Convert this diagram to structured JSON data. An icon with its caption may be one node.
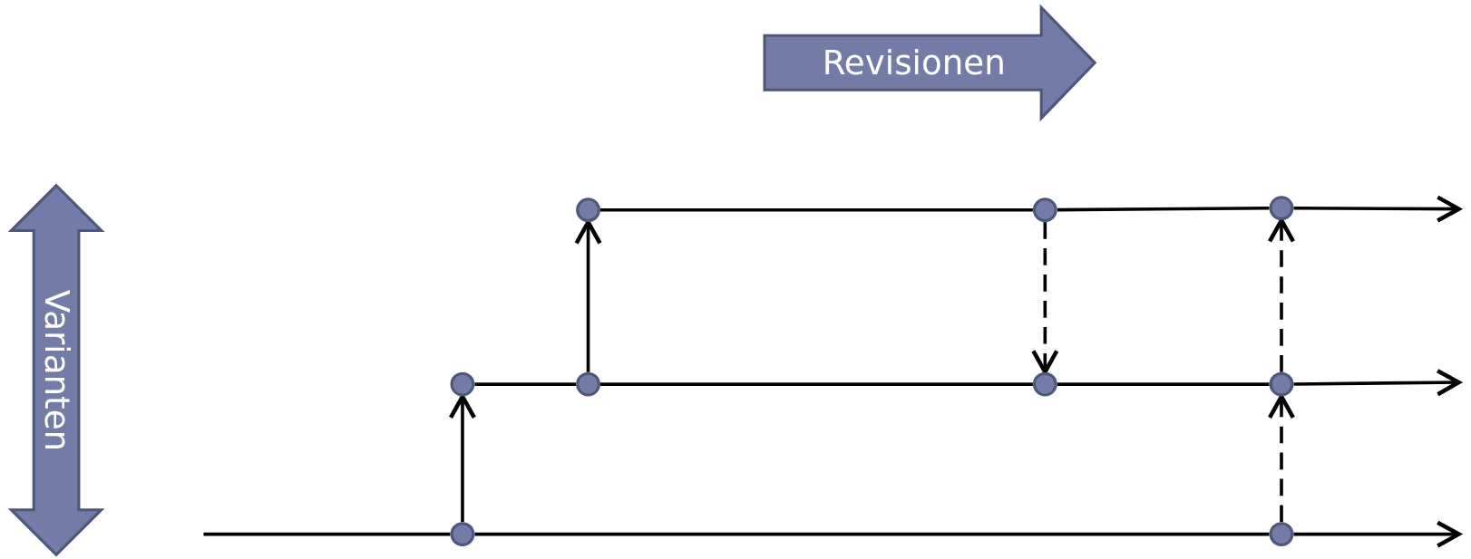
{
  "diagram": {
    "nodes": [
      {
        "text": [
          "Revisionen"
        ]
      },
      {
        "text": [
          "Varianten"
        ]
      },
      {
        "text": [],
        "shape": "circle"
      },
      {
        "text": [],
        "shape": "circle"
      },
      {
        "text": [],
        "shape": "circle"
      },
      {
        "text": [],
        "shape": "circle"
      },
      {
        "text": [],
        "shape": "circle"
      },
      {
        "text": [],
        "shape": "circle"
      },
      {
        "text": [],
        "shape": "circle"
      },
      {
        "text": [],
        "shape": "circle"
      },
      {
        "text": [],
        "shape": "circle"
      }
    ],
    "edges": [
      {
        "from": null,
        "to": 9,
        "arrow": "none"
      },
      {
        "from": 9,
        "to": 10,
        "arrow": "none"
      },
      {
        "from": 10,
        "to": null,
        "arrow": "to"
      },
      {
        "from": 5,
        "to": 6,
        "arrow": "none"
      },
      {
        "from": 6,
        "to": 7,
        "arrow": "none"
      },
      {
        "from": 7,
        "to": 8,
        "arrow": "none"
      },
      {
        "from": 8,
        "to": null,
        "arrow": "to"
      },
      {
        "from": 2,
        "to": 3,
        "arrow": "none"
      },
      {
        "from": 3,
        "to": 4,
        "arrow": "none"
      },
      {
        "from": 4,
        "to": null,
        "arrow": "to"
      },
      {
        "from": 9,
        "to": 5,
        "arrow": "to"
      },
      {
        "from": 6,
        "to": 2,
        "arrow": "to"
      },
      {
        "from": 3,
        "to": 7,
        "arrow": "to",
        "style": "dashed"
      },
      {
        "from": 10,
        "to": 8,
        "arrow": "to",
        "style": "dashed"
      },
      {
        "from": 8,
        "to": 4,
        "arrow": "to",
        "style": "dashed"
      }
    ]
  }
}
